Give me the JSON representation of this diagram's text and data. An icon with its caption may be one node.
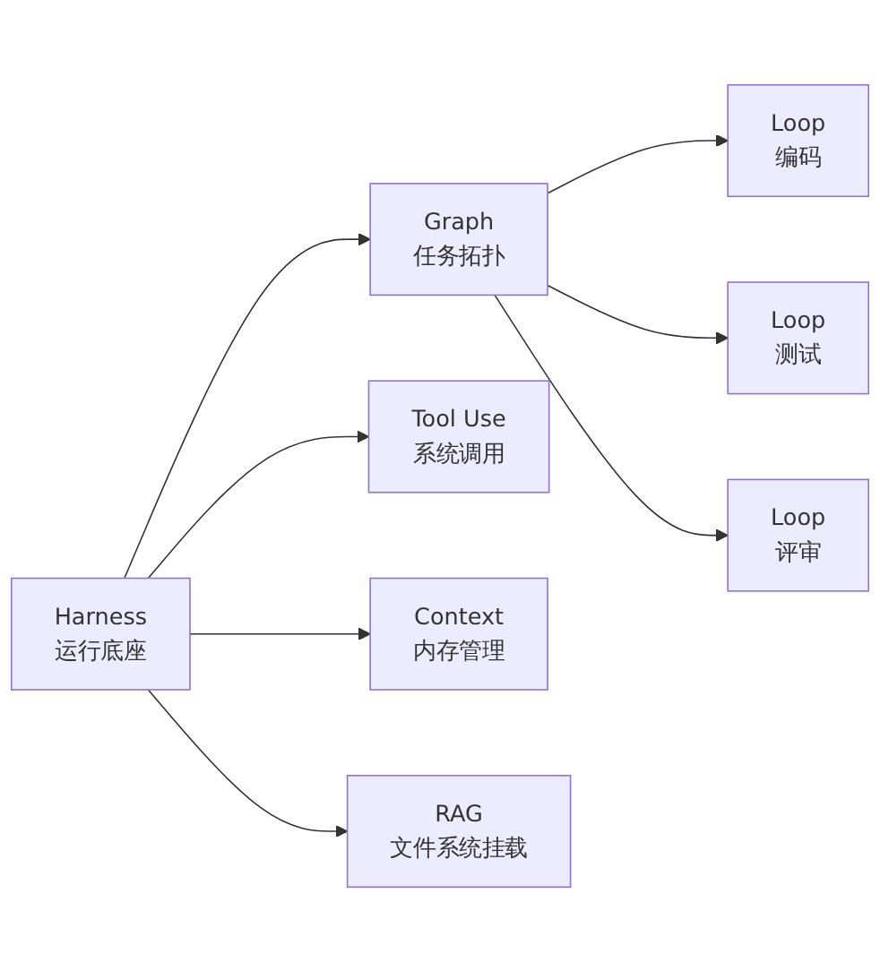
{
  "diagram": {
    "nodes": [
      {
        "text": [
          "Harness",
          "运行底座"
        ]
      },
      {
        "text": [
          "Graph",
          "任务拓扑"
        ]
      },
      {
        "text": [
          "Tool Use",
          "系统调用"
        ]
      },
      {
        "text": [
          "Context",
          "内存管理"
        ]
      },
      {
        "text": [
          "RAG",
          "文件系统挂载"
        ]
      },
      {
        "text": [
          "Loop",
          "编码"
        ]
      },
      {
        "text": [
          "Loop",
          "测试"
        ]
      },
      {
        "text": [
          "Loop",
          "评审"
        ]
      }
    ],
    "edges": [
      {
        "from": 0,
        "to": 1,
        "arrow": "to"
      },
      {
        "from": 0,
        "to": 2,
        "arrow": "to"
      },
      {
        "from": 0,
        "to": 3,
        "arrow": "to"
      },
      {
        "from": 0,
        "to": 4,
        "arrow": "to"
      },
      {
        "from": 1,
        "to": 5,
        "arrow": "to"
      },
      {
        "from": 1,
        "to": 6,
        "arrow": "to"
      },
      {
        "from": 1,
        "to": 7,
        "arrow": "to"
      }
    ]
  }
}
